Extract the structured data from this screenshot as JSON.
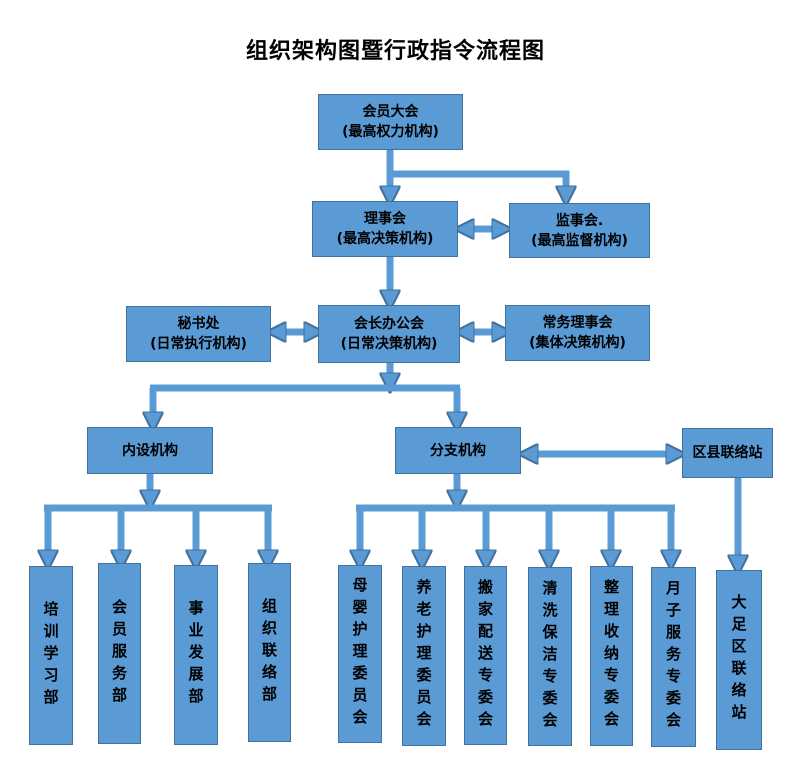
{
  "title": "组织架构图暨行政指令流程图",
  "nodes": {
    "assembly": {
      "line1": "会员大会",
      "line2": "(最高权力机构)"
    },
    "council": {
      "line1": "理事会",
      "line2": "(最高决策机构)"
    },
    "supervisory": {
      "line1": "监事会.",
      "line2": "(最高监督机构)"
    },
    "president_office": {
      "line1": "会长办公会",
      "line2": "(日常决策机构)"
    },
    "secretariat": {
      "line1": "秘书处",
      "line2": "(日常执行机构)"
    },
    "standing_council": {
      "line1": "常务理事会",
      "line2": "(集体决策机构)"
    },
    "internal": {
      "label": "内设机构"
    },
    "branch": {
      "label": "分支机构"
    },
    "district": {
      "label": "区县联络站"
    }
  },
  "departments": [
    "培训学习部",
    "会员服务部",
    "事业发展部",
    "组织联络部"
  ],
  "committees": [
    "母婴护理委员会",
    "养老护理委员会",
    "搬家配送专委会",
    "清洗保洁专委会",
    "整理收纳专委会",
    "月子服务专委会"
  ],
  "stations": [
    "大足区联络站"
  ]
}
